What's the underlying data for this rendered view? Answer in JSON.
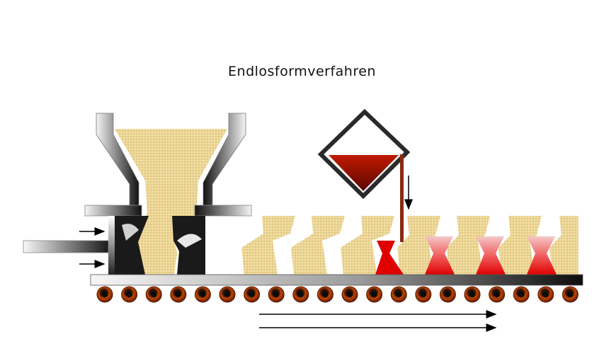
{
  "diagram": {
    "title": "Endlosformverfahren",
    "roller_count": 20,
    "molds_unfilled": 3,
    "molds_filled": 4,
    "colors": {
      "sand": "#e8d08c",
      "steel_dark": "#1a1a1a",
      "steel_light": "#f0f0f0",
      "metal_red": "#e00000",
      "ladle_fill": "#a01000",
      "roller": "#b23a00",
      "arrow": "#000000"
    }
  }
}
